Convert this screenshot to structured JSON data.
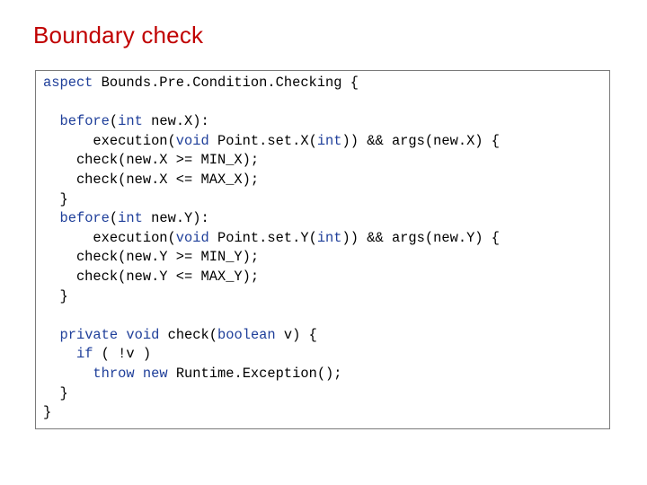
{
  "slide": {
    "title": "Boundary check"
  },
  "code": {
    "lines": [
      [
        {
          "t": "aspect ",
          "k": true
        },
        {
          "t": "Bounds.Pre.Condition.Checking {"
        }
      ],
      [],
      [
        {
          "t": "  "
        },
        {
          "t": "before",
          "k": true
        },
        {
          "t": "("
        },
        {
          "t": "int",
          "k": true
        },
        {
          "t": " new.X):"
        }
      ],
      [
        {
          "t": "      execution("
        },
        {
          "t": "void",
          "k": true
        },
        {
          "t": " Point.set.X("
        },
        {
          "t": "int",
          "k": true
        },
        {
          "t": ")) && args(new.X) {"
        }
      ],
      [
        {
          "t": "    check(new.X >= MIN_X);"
        }
      ],
      [
        {
          "t": "    check(new.X <= MAX_X);"
        }
      ],
      [
        {
          "t": "  }"
        }
      ],
      [
        {
          "t": "  "
        },
        {
          "t": "before",
          "k": true
        },
        {
          "t": "("
        },
        {
          "t": "int",
          "k": true
        },
        {
          "t": " new.Y):"
        }
      ],
      [
        {
          "t": "      execution("
        },
        {
          "t": "void",
          "k": true
        },
        {
          "t": " Point.set.Y("
        },
        {
          "t": "int",
          "k": true
        },
        {
          "t": ")) && args(new.Y) {"
        }
      ],
      [
        {
          "t": "    check(new.Y >= MIN_Y);"
        }
      ],
      [
        {
          "t": "    check(new.Y <= MAX_Y);"
        }
      ],
      [
        {
          "t": "  }"
        }
      ],
      [],
      [
        {
          "t": "  "
        },
        {
          "t": "private",
          "k": true
        },
        {
          "t": " "
        },
        {
          "t": "void",
          "k": true
        },
        {
          "t": " check("
        },
        {
          "t": "boolean",
          "k": true
        },
        {
          "t": " v) {"
        }
      ],
      [
        {
          "t": "    "
        },
        {
          "t": "if",
          "k": true
        },
        {
          "t": " ( !v )"
        }
      ],
      [
        {
          "t": "      "
        },
        {
          "t": "throw",
          "k": true
        },
        {
          "t": " "
        },
        {
          "t": "new",
          "k": true
        },
        {
          "t": " Runtime.Exception();"
        }
      ],
      [
        {
          "t": "  }"
        }
      ],
      [
        {
          "t": "}"
        }
      ]
    ]
  }
}
